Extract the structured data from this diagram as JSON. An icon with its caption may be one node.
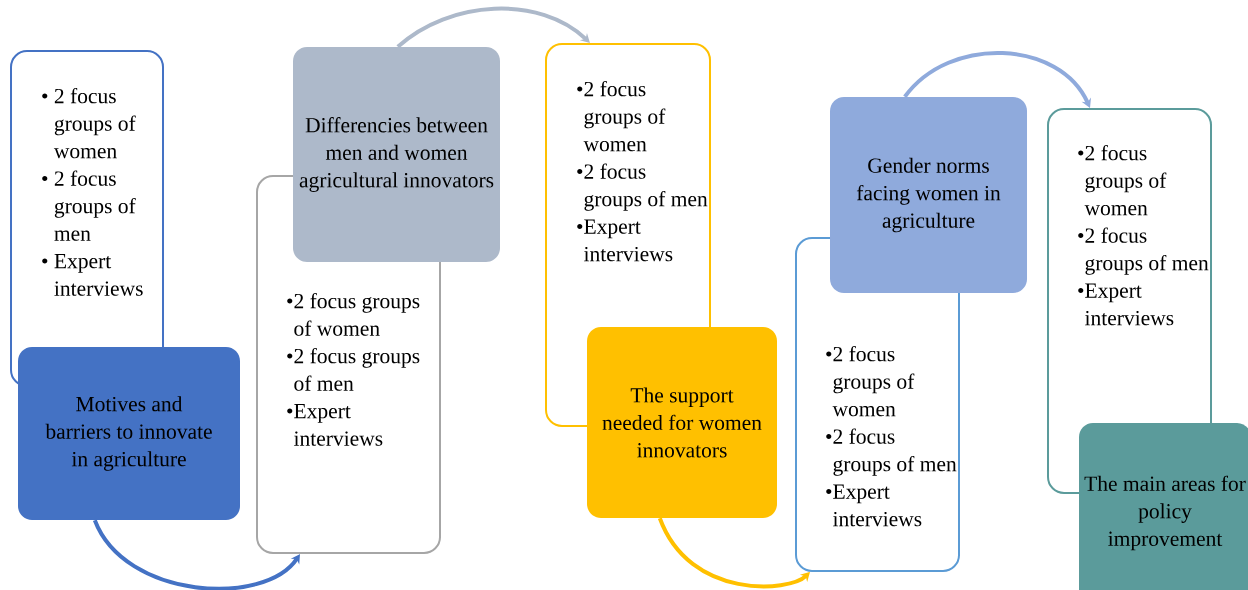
{
  "diagram": {
    "nodes": [
      {
        "text": [
          "• 2 focus groups of women",
          "• 2 focus groups of men",
          "• Expert interviews"
        ]
      },
      {
        "text": [
          "Motives and barriers to innovate in agriculture"
        ]
      },
      {
        "text": [
          "Differencies between men and women agricultural innovators"
        ]
      },
      {
        "text": [
          "•2 focus groups of women",
          "•2 focus groups of men",
          "•Expert interviews"
        ]
      },
      {
        "text": [
          "•2 focus groups of women",
          "•2 focus groups of men",
          "•Expert interviews"
        ]
      },
      {
        "text": [
          "The support needed for women innovators"
        ]
      },
      {
        "text": [
          "Gender norms facing women in agriculture"
        ]
      },
      {
        "text": [
          "•2 focus groups of women",
          "•2 focus groups of men",
          "•Expert interviews"
        ]
      },
      {
        "text": [
          "•2 focus groups of women",
          "•2 focus groups of men",
          "•Expert interviews"
        ]
      },
      {
        "text": [
          "The main areas for policy improvement"
        ]
      }
    ],
    "edges": [
      {
        "from": 1,
        "to": 3,
        "arrow": "to",
        "color": "#4472c4"
      },
      {
        "from": 2,
        "to": 4,
        "arrow": "to",
        "color": "#adb9ca"
      },
      {
        "from": 5,
        "to": 7,
        "arrow": "to",
        "color": "#ffc000"
      },
      {
        "from": 6,
        "to": 8,
        "arrow": "to",
        "color": "#8faadc"
      }
    ]
  }
}
